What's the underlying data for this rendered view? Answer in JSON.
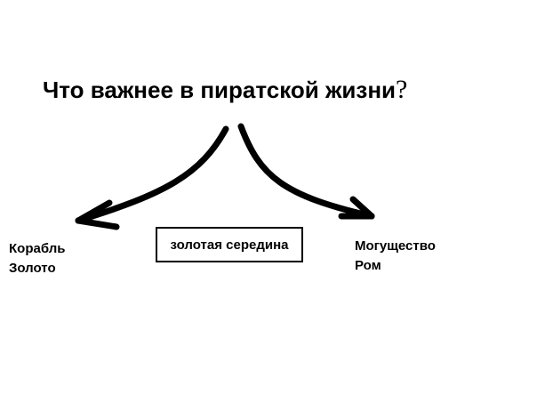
{
  "diagram": {
    "title": "Что важнее в пиратской жизни",
    "title_mark": "?",
    "left": [
      "Корабль",
      "Золото"
    ],
    "middle": "золотая середина",
    "right": [
      "Могущество",
      "Ром"
    ]
  },
  "colors": {
    "ink": "#000000",
    "background": "#ffffff"
  }
}
